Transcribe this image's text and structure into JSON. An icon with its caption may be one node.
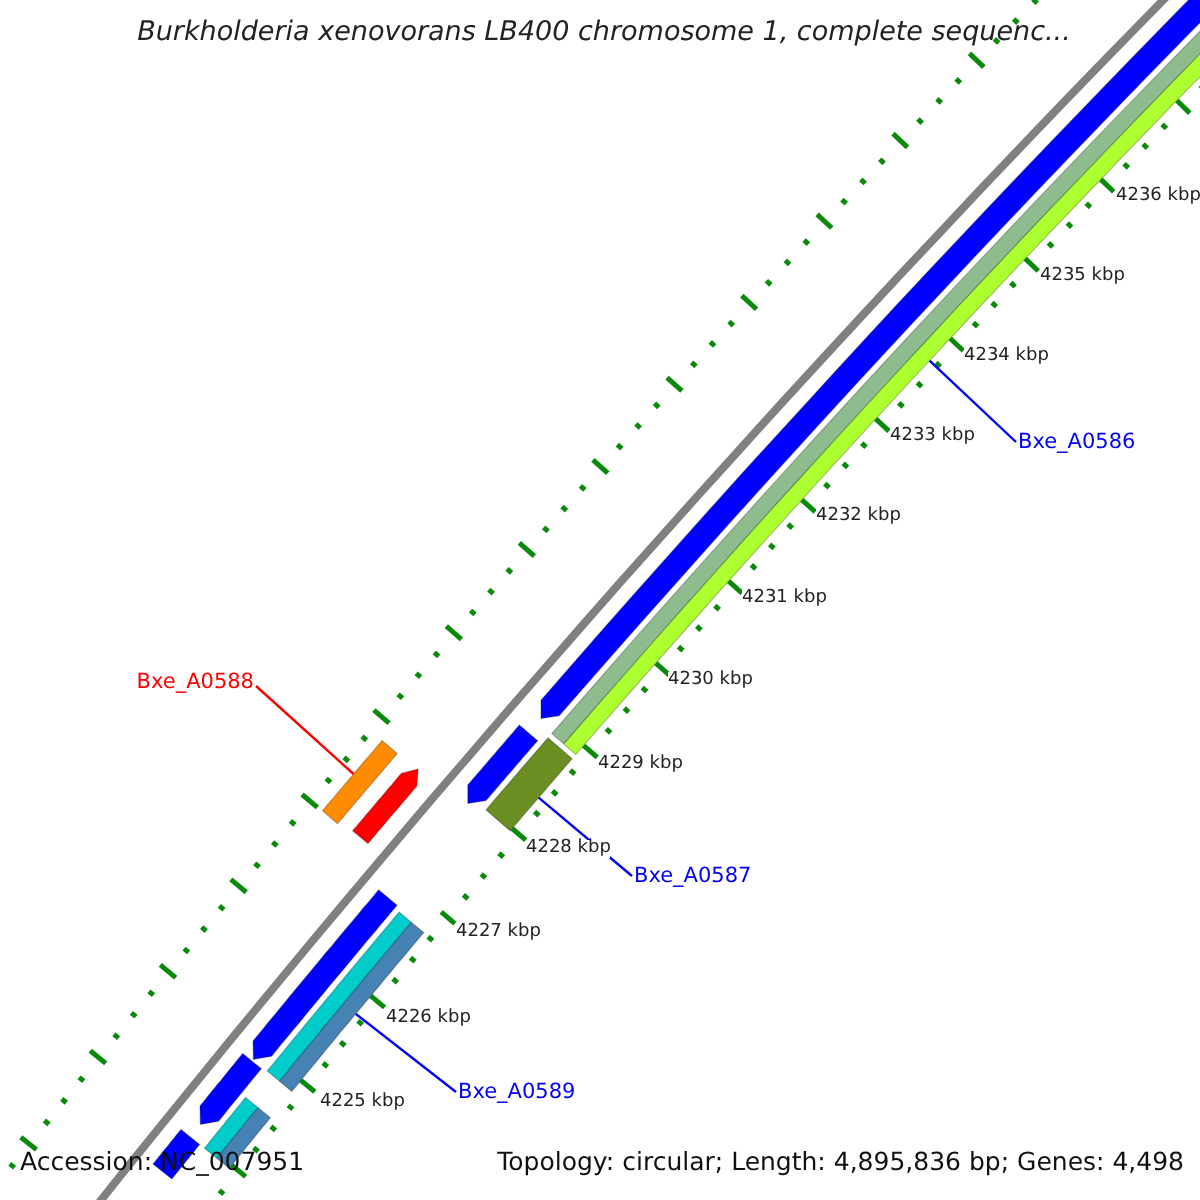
{
  "diagram": {
    "title": "Burkholderia xenovorans LB400 chromosome 1, complete sequenc...",
    "nodes": [
      {
        "text": [
          "Bxe_A0586"
        ]
      },
      {
        "text": [],
        "shape": "bar"
      },
      {
        "text": [
          "Bxe_A0588"
        ]
      },
      {
        "text": [],
        "shape": "bar"
      },
      {
        "text": [
          "Bxe_A0587"
        ]
      },
      {
        "text": [],
        "shape": "bar"
      },
      {
        "text": [
          "Bxe_A0589"
        ]
      },
      {
        "text": [],
        "shape": "bar"
      }
    ],
    "edges": [
      {
        "from": 0,
        "to": 1,
        "arrow": "none"
      },
      {
        "from": 2,
        "to": 3,
        "arrow": "none",
        "color": "#ff0000"
      },
      {
        "from": 4,
        "to": 5,
        "arrow": "none"
      },
      {
        "from": 6,
        "to": 7,
        "arrow": "none"
      }
    ],
    "labels": [
      "4236 kbp",
      "4235 kbp",
      "4234 kbp",
      "4233 kbp",
      "4232 kbp",
      "4231 kbp",
      "4230 kbp",
      "4229 kbp",
      "4228 kbp",
      "4227 kbp",
      "4226 kbp",
      "4225 kbp",
      "Accession: NC_007951",
      "Topology: circular; Length: 4,895,836 bp; Genes: 4,498"
    ]
  }
}
